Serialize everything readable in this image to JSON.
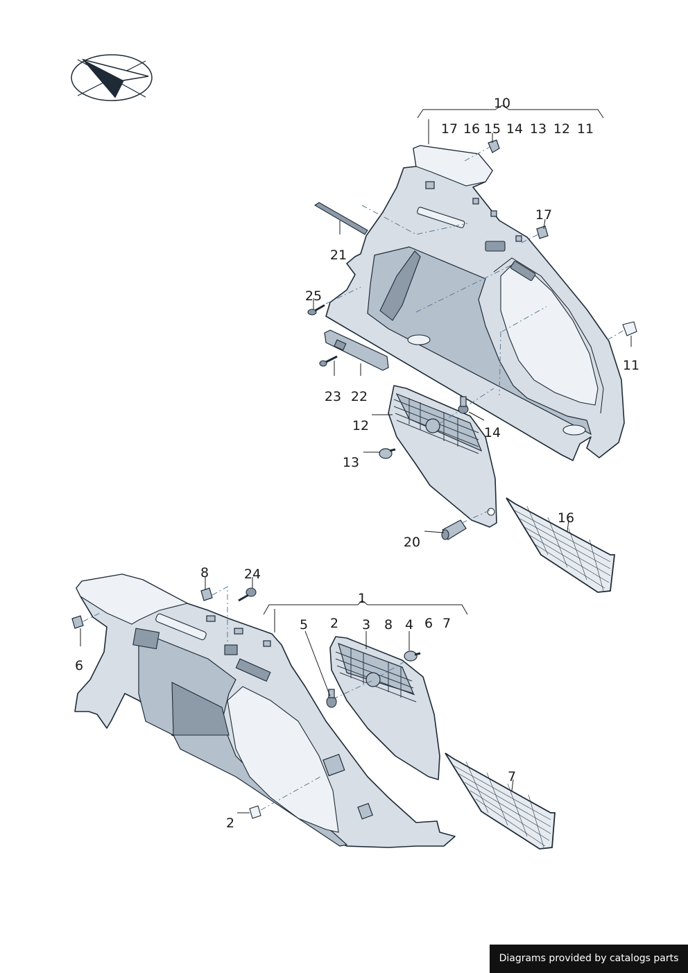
{
  "labels": {
    "group_upper": "10",
    "group_upper_parts": [
      "17",
      "16",
      "15",
      "14",
      "13",
      "12",
      "11"
    ],
    "group_lower": "1",
    "group_lower_parts": [
      "5",
      "2",
      "3",
      "8",
      "4",
      "6",
      "7"
    ],
    "p17": "17",
    "p21": "21",
    "p25": "25",
    "p11": "11",
    "p23": "23",
    "p22": "22",
    "p12": "12",
    "p14": "14",
    "p13": "13",
    "p16": "16",
    "p20": "20",
    "p8": "8",
    "p24": "24",
    "p6": "6",
    "p2": "2",
    "p7": "7"
  },
  "footer": {
    "text": "Diagrams provided by catalogs parts"
  },
  "colors": {
    "panel": "#d7dee6",
    "outline": "#1e2a36",
    "footer_bg": "#111111"
  },
  "icons": [
    "brand-logo-icon"
  ]
}
